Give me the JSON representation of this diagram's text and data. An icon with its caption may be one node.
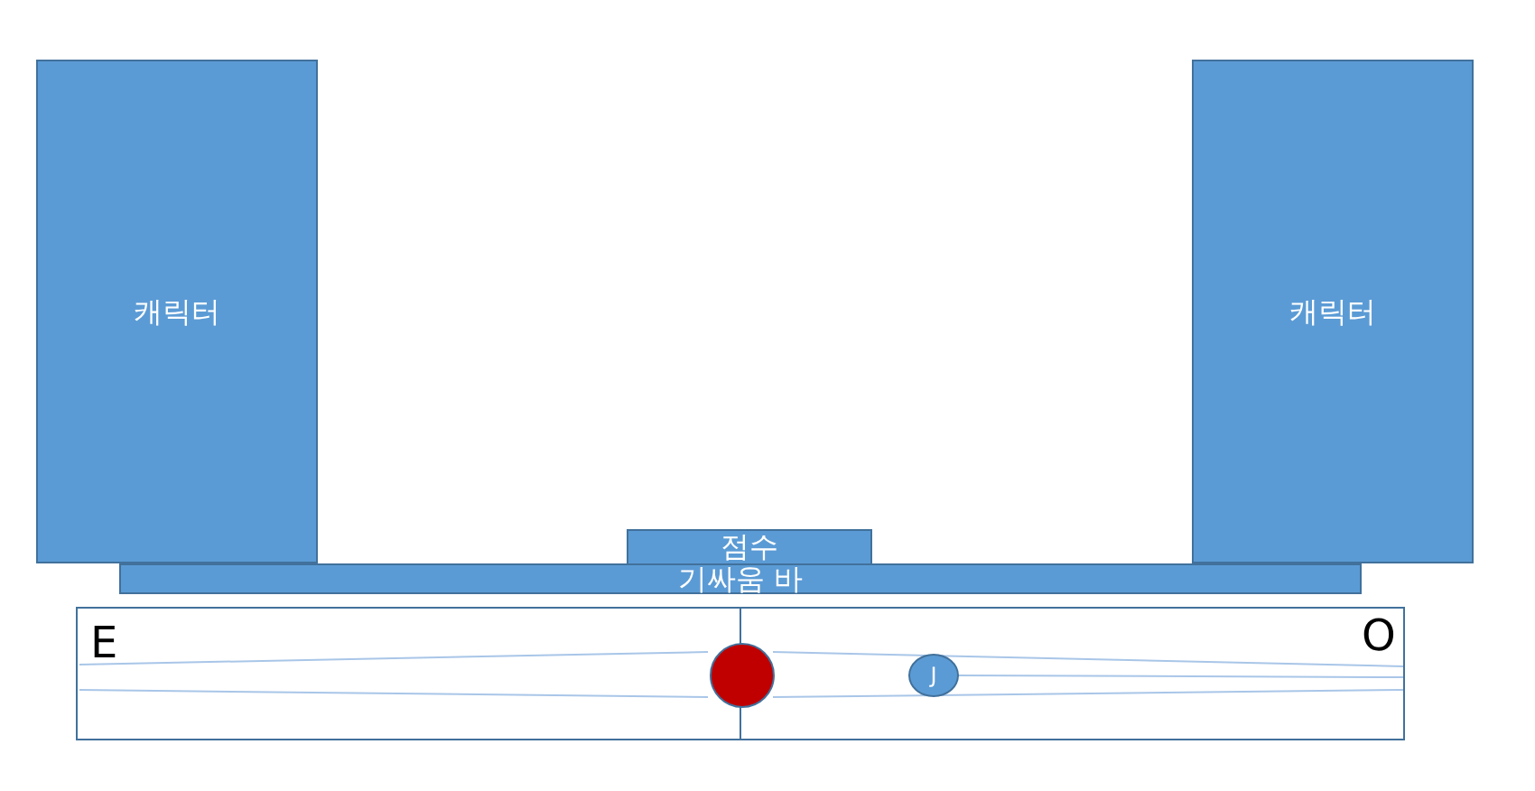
{
  "diagram": {
    "nodes": [
      {
        "text": [
          "캐릭터"
        ]
      },
      {
        "text": [
          "캐릭터"
        ]
      },
      {
        "text": [
          "점수"
        ]
      },
      {
        "text": [
          "기싸움 바"
        ]
      },
      {
        "text": [],
        "shape": "box"
      },
      {
        "text": [],
        "shape": "circle",
        "in": 4
      },
      {
        "text": [
          "J"
        ],
        "in": 4
      }
    ],
    "edges": [],
    "labels": [
      "E",
      "O"
    ]
  }
}
